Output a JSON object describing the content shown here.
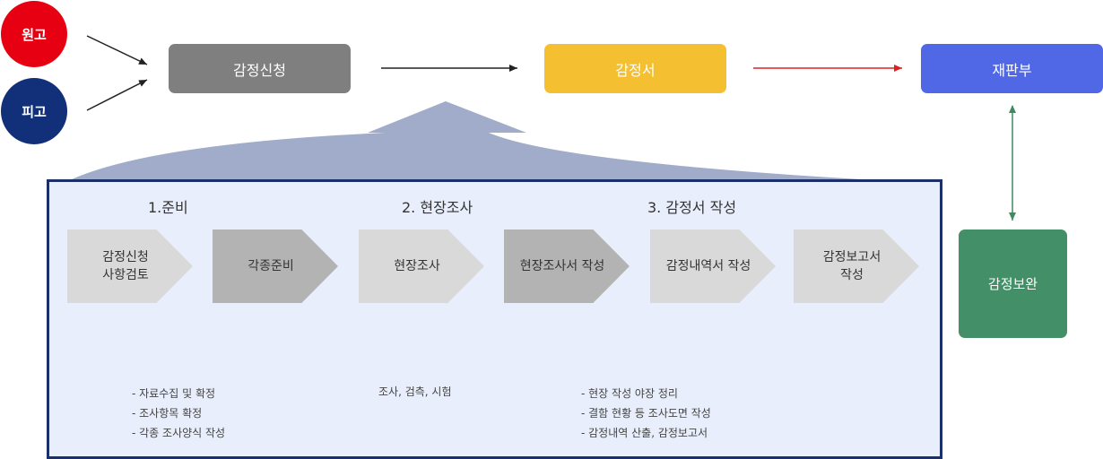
{
  "parties": {
    "plaintiff": {
      "label": "원고",
      "color": "#e60012"
    },
    "defendant": {
      "label": "피고",
      "color": "#12307a"
    }
  },
  "flow": {
    "application": {
      "label": "감정신청",
      "color": "#7f7f7f"
    },
    "appraisal": {
      "label": "감정서",
      "color": "#f4bf30"
    },
    "court": {
      "label": "재판부",
      "color": "#5068e6"
    },
    "supplement": {
      "label": "감정보완",
      "color": "#438f67"
    }
  },
  "stages": [
    {
      "title": "1.준비"
    },
    {
      "title": "2. 현장조사"
    },
    {
      "title": "3. 감정서 작성"
    }
  ],
  "steps": [
    {
      "label": "감정신청\n사항검토"
    },
    {
      "label": "각종준비"
    },
    {
      "label": "현장조사"
    },
    {
      "label": "현장조사서 작성"
    },
    {
      "label": "감정내역서 작성"
    },
    {
      "label": "감정보고서\n작성"
    }
  ],
  "notes": {
    "prep": [
      "- 자료수집 및 확정",
      "- 조사항목 확정",
      "- 각종 조사양식 작성"
    ],
    "survey": [
      "조사, 검측, 시험"
    ],
    "report": [
      "- 현장 작성 야장 정리",
      "- 결함 현황 등 조사도면 작성",
      "- 감정내역 산출, 감정보고서"
    ]
  }
}
